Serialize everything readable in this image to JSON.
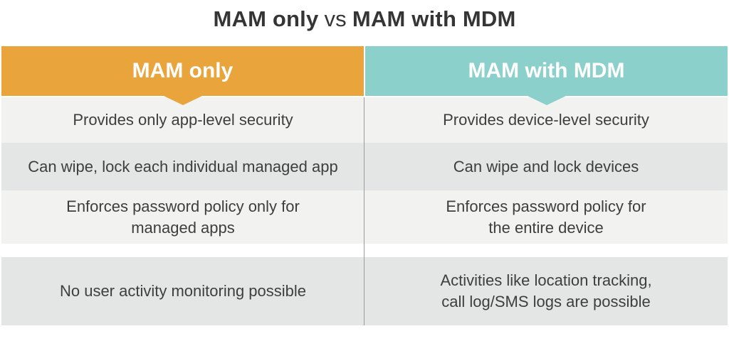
{
  "title": {
    "left": "MAM only",
    "vs": "vs",
    "right": "MAM with MDM"
  },
  "columns": [
    {
      "label": "MAM only",
      "color": "#E9A43C"
    },
    {
      "label": "MAM with MDM",
      "color": "#8CD0CB"
    }
  ],
  "rows": [
    {
      "mam_only": "Provides only app-level security",
      "mam_with_mdm": "Provides device-level security"
    },
    {
      "mam_only": "Can wipe, lock each individual managed app",
      "mam_with_mdm": "Can wipe and lock devices"
    },
    {
      "mam_only": "Enforces password policy only for\nmanaged apps",
      "mam_with_mdm": "Enforces password policy for\nthe entire device"
    },
    {
      "mam_only": "No user activity monitoring possible",
      "mam_with_mdm": "Activities like location tracking,\ncall log/SMS logs are possible"
    }
  ],
  "colors": {
    "orange": "#E9A43C",
    "teal": "#8CD0CB",
    "row_light": "#F2F2F1",
    "row_dark": "#E4E6E5",
    "text": "#3E3E3E",
    "title_text": "#353535",
    "divider": "#9B9B9B",
    "header_text": "#FFFFFF"
  }
}
